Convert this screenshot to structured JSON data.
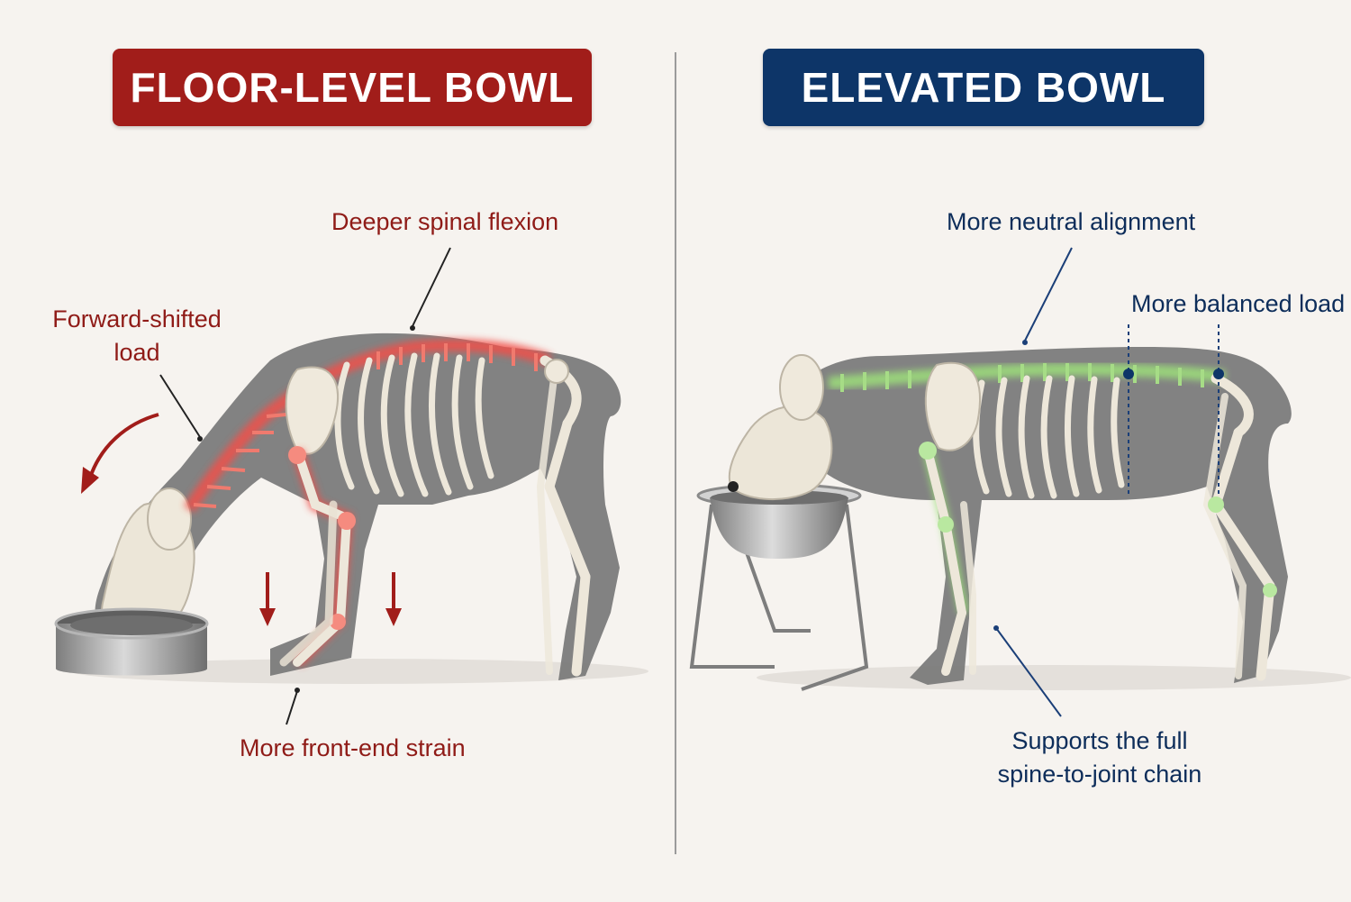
{
  "left": {
    "title": "FLOOR-LEVEL BOWL",
    "color": "#a11d1a",
    "highlight_color": "#f2504a",
    "annotations": {
      "spinal": "Deeper spinal flexion",
      "load_line1": "Forward-shifted",
      "load_line2": "load",
      "strain": "More front-end strain"
    },
    "icons": [
      "dog-skeleton-illustration",
      "floor-bowl-icon",
      "curved-arrow-icon",
      "down-arrow-icon"
    ]
  },
  "right": {
    "title": "ELEVATED BOWL",
    "color": "#0d3568",
    "highlight_color": "#9de07a",
    "annotations": {
      "alignment": "More neutral alignment",
      "balanced": "More balanced load",
      "supports_line1": "Supports the full",
      "supports_line2": "spine-to-joint chain"
    },
    "icons": [
      "dog-skeleton-illustration",
      "elevated-bowl-stand-icon"
    ]
  }
}
